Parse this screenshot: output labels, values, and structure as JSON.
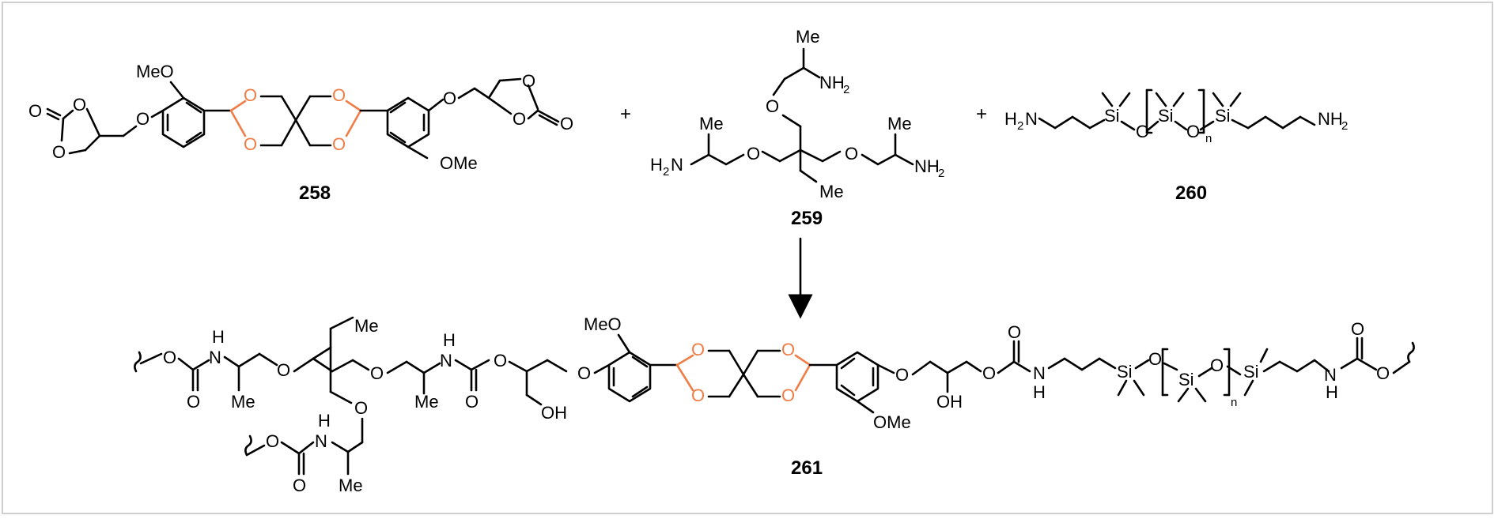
{
  "compounds": [
    {
      "id": "258",
      "label": "258"
    },
    {
      "id": "259",
      "label": "259"
    },
    {
      "id": "260",
      "label": "260"
    },
    {
      "id": "261",
      "label": "261"
    }
  ],
  "operators": {
    "plus": "+"
  },
  "atoms": {
    "O": "O",
    "OMe": "OMe",
    "MeO": "MeO",
    "Me": "Me",
    "NH": "NH",
    "H": "H",
    "N": "N",
    "Si": "Si",
    "OH": "OH",
    "n": "n",
    "Et_Me": "Me",
    "H2N": "H",
    "NH2": "NH",
    "sub2": "2"
  },
  "colors": {
    "accent": "#ef7d45",
    "line": "#000000",
    "border": "#cfcfcf"
  }
}
